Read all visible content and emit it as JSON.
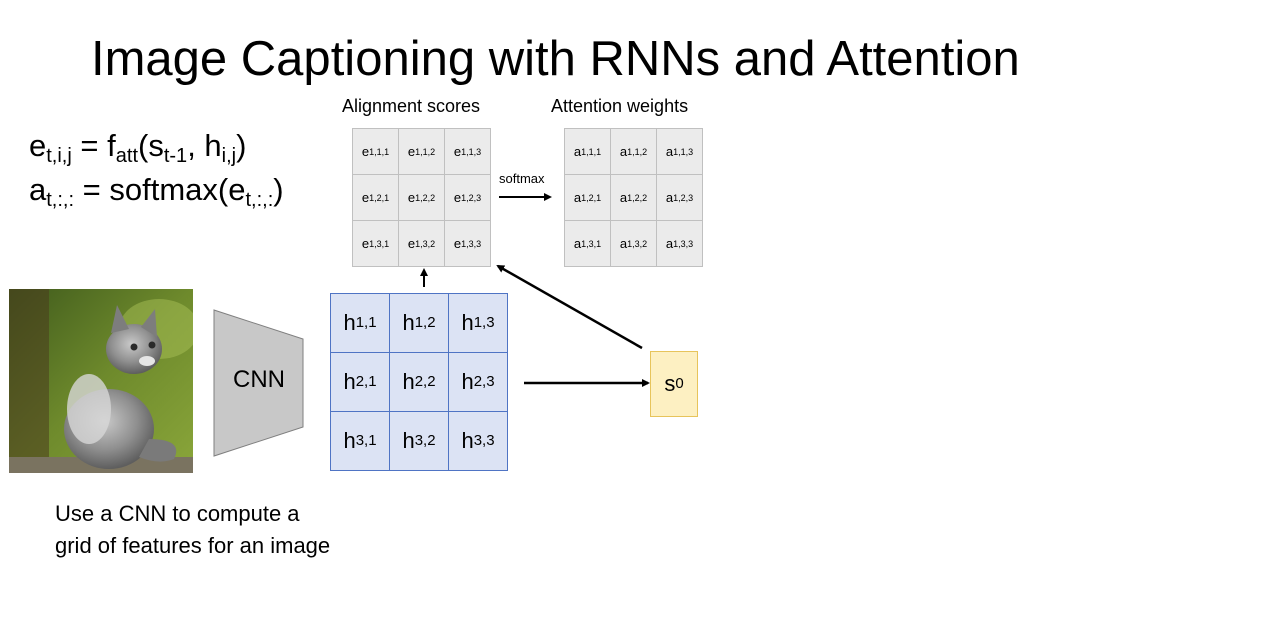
{
  "title": "Image Captioning with RNNs and Attention",
  "equations": [
    {
      "lhs": "e",
      "lhs_sub": "t,i,j",
      "op": " = f",
      "f_sub": "att",
      "args_open": "(s",
      "s_sub": "t-1",
      "mid": ", h",
      "h_sub": "i,j",
      "close": ")"
    },
    {
      "lhs": "a",
      "lhs_sub": "t,:,:",
      "rhs": " = softmax(e",
      "rhs_sub": "t,:,:",
      "close": ")"
    }
  ],
  "alignment": {
    "label": "Alignment scores",
    "letter": "e",
    "cells": [
      "1,1,1",
      "1,1,2",
      "1,1,3",
      "1,2,1",
      "1,2,2",
      "1,2,3",
      "1,3,1",
      "1,3,2",
      "1,3,3"
    ]
  },
  "attention": {
    "label": "Attention weights",
    "letter": "a",
    "cells": [
      "1,1,1",
      "1,1,2",
      "1,1,3",
      "1,2,1",
      "1,2,2",
      "1,2,3",
      "1,3,1",
      "1,3,2",
      "1,3,3"
    ]
  },
  "softmax_label": "softmax",
  "features": {
    "letter": "h",
    "cells": [
      "1,1",
      "1,2",
      "1,3",
      "2,1",
      "2,2",
      "2,3",
      "3,1",
      "3,2",
      "3,3"
    ]
  },
  "cnn_label": "CNN",
  "state": {
    "letter": "s",
    "sub": "0"
  },
  "caption_lines": [
    "Use a CNN to compute a",
    "grid of features for an image"
  ],
  "colors": {
    "feature_fill": "#dce3f4",
    "feature_border": "#4f74c4",
    "state_fill": "#fdf0c2",
    "state_border": "#e7c45b",
    "score_fill": "#ebebeb",
    "cnn_fill": "#c8c8c8"
  }
}
